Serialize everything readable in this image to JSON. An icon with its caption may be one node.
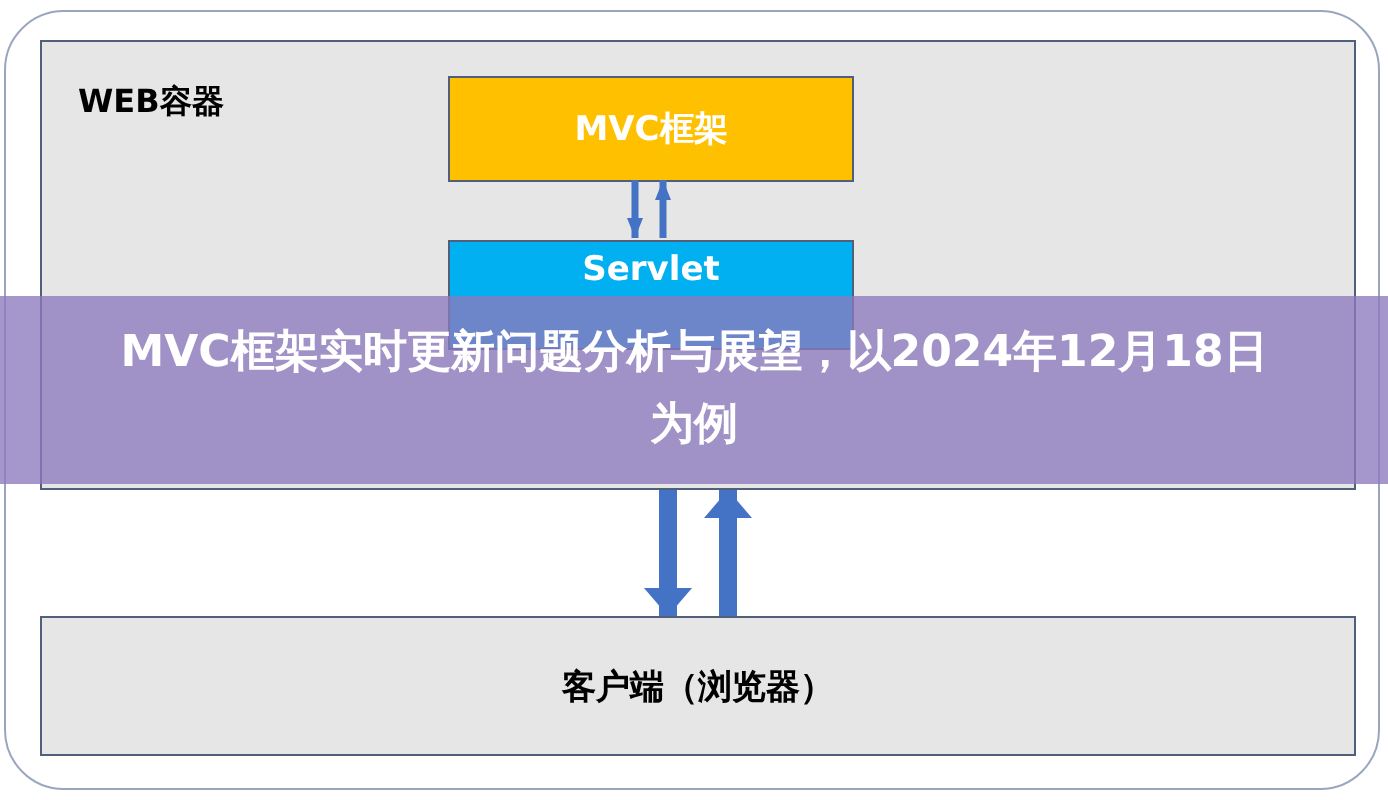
{
  "diagram": {
    "title": "MVC框架实时更新问题分析与展望，以2024年12月18日为例",
    "nodes": [
      {
        "text": [
          "WEB容器"
        ]
      },
      {
        "text": [
          "MVC框架"
        ],
        "in": 0
      },
      {
        "text": [
          "Servlet"
        ],
        "in": 0
      },
      {
        "text": [
          "客户端（浏览器）"
        ]
      }
    ],
    "edges": [
      {
        "from": 1,
        "to": 2,
        "arrow": "to"
      },
      {
        "from": 2,
        "to": 1,
        "arrow": "to"
      },
      {
        "from": 0,
        "to": 3,
        "arrow": "to",
        "style": "thick"
      },
      {
        "from": 3,
        "to": 0,
        "arrow": "to",
        "style": "thick"
      }
    ]
  }
}
